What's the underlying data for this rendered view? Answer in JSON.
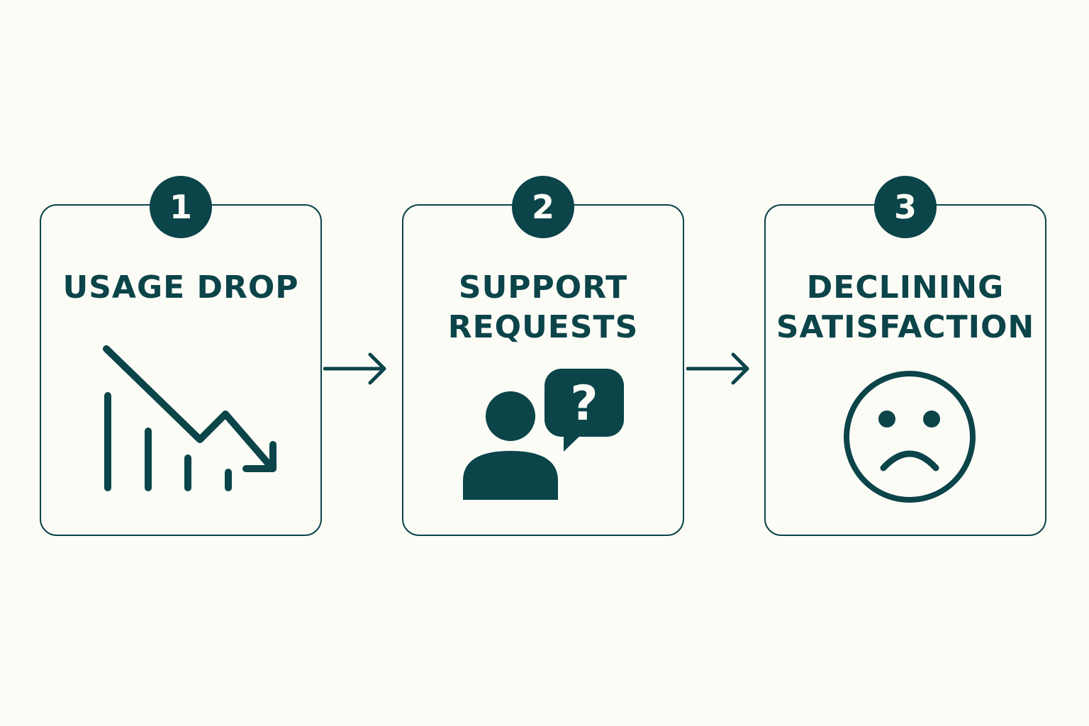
{
  "steps": [
    {
      "number": "1",
      "title": "USAGE DROP",
      "icon": "declining-chart-icon"
    },
    {
      "number": "2",
      "title": "SUPPORT\nREQUESTS",
      "icon": "user-question-icon"
    },
    {
      "number": "3",
      "title": "DECLINING\nSATISFACTION",
      "icon": "sad-face-icon"
    }
  ],
  "colors": {
    "primary": "#0b4449",
    "background": "#fcfcf7"
  }
}
